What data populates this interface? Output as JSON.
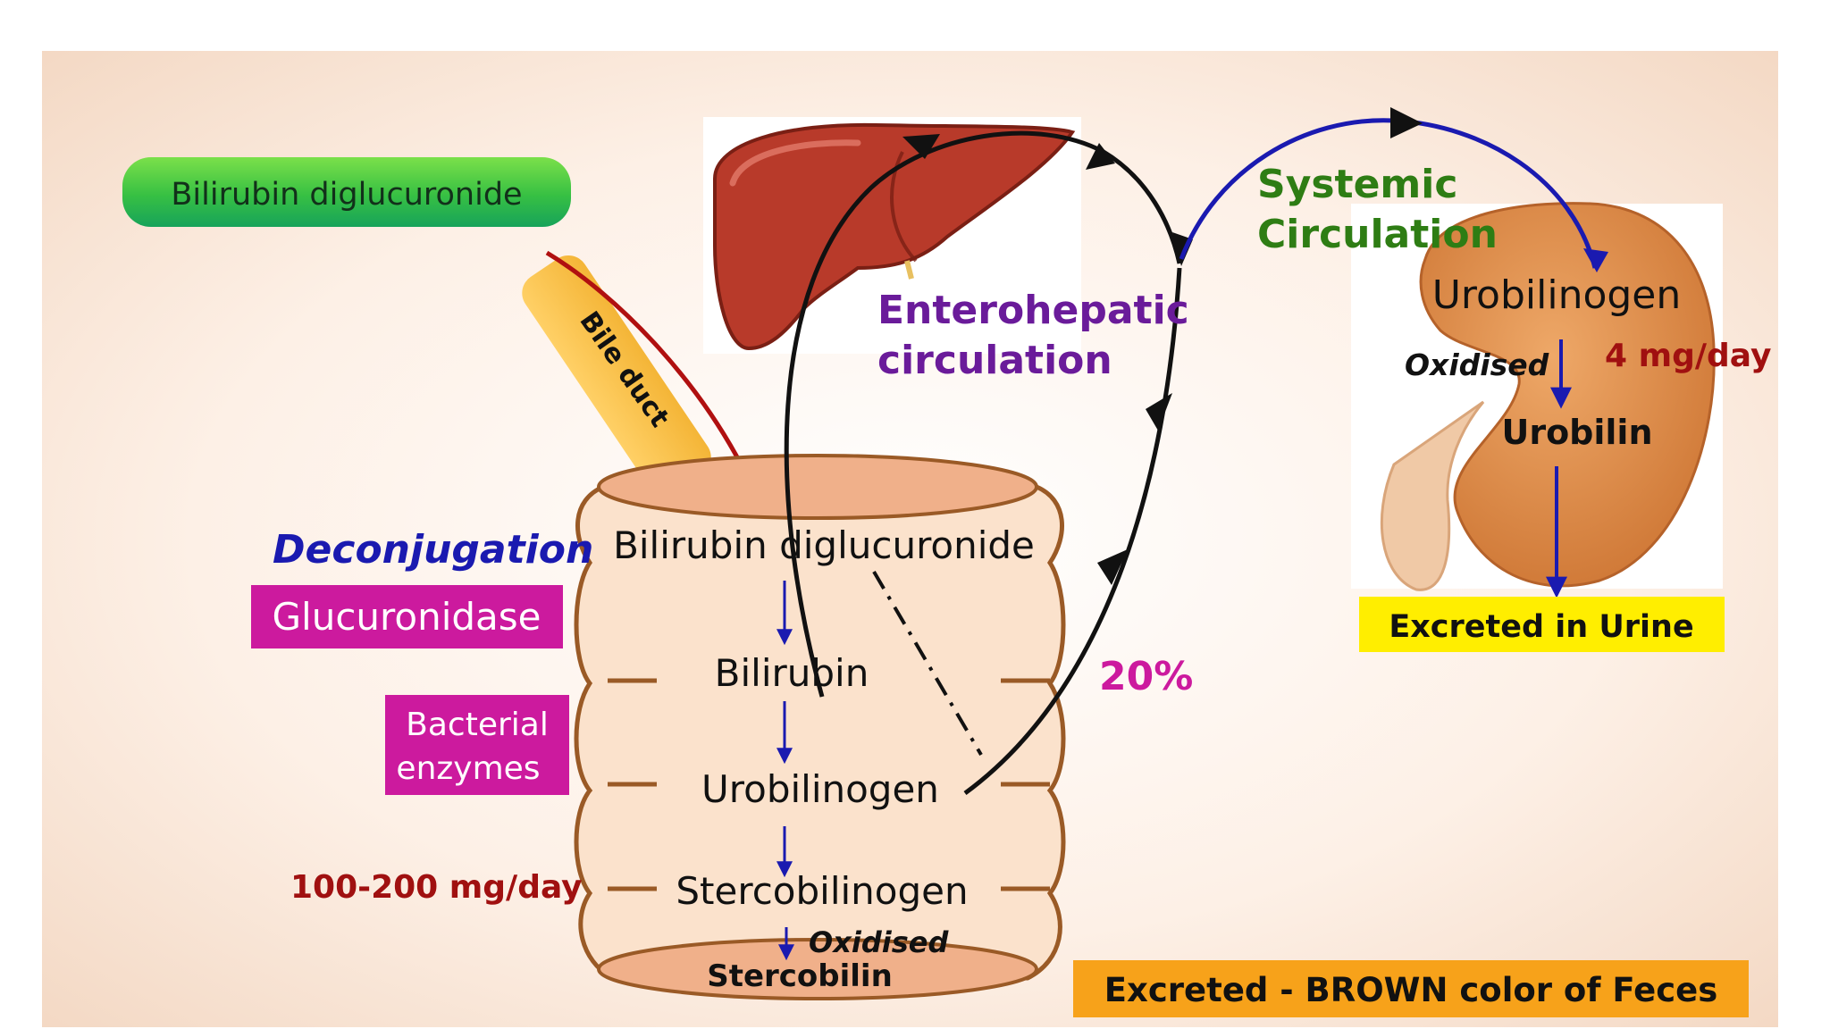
{
  "top_label": "Bilirubin diglucuronide",
  "bile_duct_label": "Bile duct",
  "enterohepatic_label": [
    "Enterohepatic",
    "circulation"
  ],
  "systemic_label": [
    "Systemic",
    "Circulation"
  ],
  "intestine": {
    "steps": [
      "Bilirubin diglucuronide",
      "Bilirubin",
      "Urobilinogen",
      "Stercobilinogen",
      "Stercobilin"
    ],
    "oxidised": "Oxidised"
  },
  "left_labels": {
    "deconjugation": "Deconjugation",
    "glucuronidase": "Glucuronidase",
    "bacterial_enzymes": [
      "Bacterial",
      "enzymes"
    ],
    "daily_amount": "100-200 mg/day"
  },
  "reabsorbed_percent": "20%",
  "kidney": {
    "urobilinogen": "Urobilinogen",
    "oxidised": "Oxidised",
    "urobilin": "Urobilin",
    "daily_amount": "4 mg/day"
  },
  "excreted_urine": "Excreted in Urine",
  "excreted_feces": "Excreted - BROWN color of Feces",
  "colors": {
    "green": "#2e7d14",
    "purple": "#6a1b9a",
    "magenta": "#cc1a9e",
    "blue": "#1a1ab0",
    "red": "#a01010",
    "yellow": "#ffee00",
    "orange": "#f7a21a",
    "liver": "#b83a2a",
    "kidney": "#d9843a"
  }
}
